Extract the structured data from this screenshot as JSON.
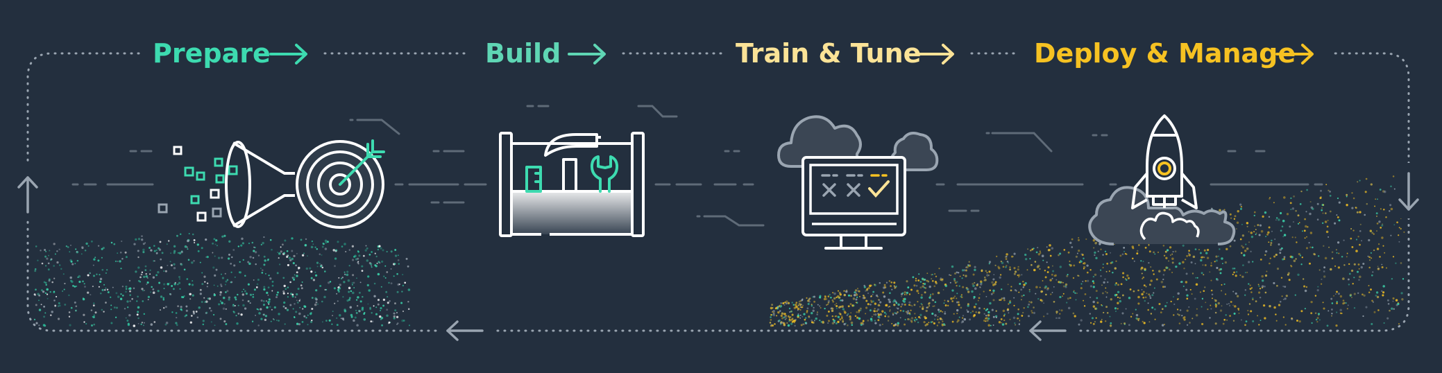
{
  "stages": [
    {
      "label": "Prepare",
      "color": "#3ddbb0"
    },
    {
      "label": "Build",
      "color": "#5fd6b4"
    },
    {
      "label": "Train & Tune",
      "color": "#fbe397"
    },
    {
      "label": "Deploy & Manage",
      "color": "#f6c222"
    }
  ],
  "icons": [
    "funnel-icon",
    "target-icon",
    "toolbox-icon",
    "cloud-icon",
    "monitor-icon",
    "rocket-icon"
  ],
  "colors": {
    "background": "#232f3e",
    "line": "#9aa5b1",
    "dash": "#5f6b78",
    "icon": "#ffffff",
    "teal": "#3ddbb0",
    "yellow": "#f6c222"
  }
}
